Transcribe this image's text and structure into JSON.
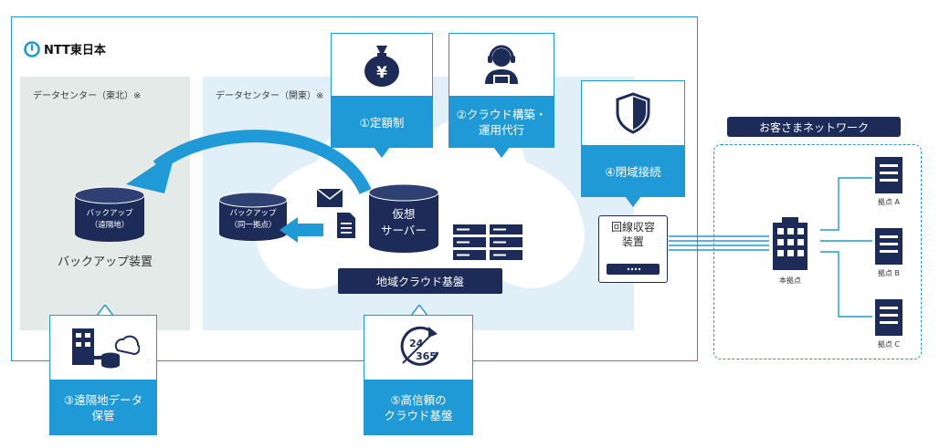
{
  "logo": {
    "text": "NTT東日本"
  },
  "dc_east": {
    "label": "データセンター（東北）※"
  },
  "dc_kanto": {
    "label": "データセンター（関東）※"
  },
  "backup_remote": {
    "line1": "バックアップ",
    "line2": "（遠隔地）"
  },
  "backup_device": {
    "label": "バックアップ装置"
  },
  "backup_local": {
    "line1": "バックアップ",
    "line2": "（同一拠点）"
  },
  "virtual_server": {
    "line1": "仮想",
    "line2": "サーバー"
  },
  "regional_platform": {
    "label": "地域クラウド基盤"
  },
  "feature1": {
    "label": "①定額制",
    "icon": "yen-moneybag-icon"
  },
  "feature2": {
    "line1": "②クラウド構築・",
    "line2": "運用代行",
    "icon": "operator-headset-icon"
  },
  "feature3": {
    "line1": "③遠隔地データ",
    "line2": "保管",
    "icon": "building-database-cloud-icon"
  },
  "feature4": {
    "label": "④閉域接続",
    "icon": "shield-icon"
  },
  "feature5": {
    "line1": "⑤高信頼の",
    "line2": "クラウド基盤",
    "icon": "24-365-icon",
    "icon_top": "24",
    "icon_bottom": "365"
  },
  "receiver": {
    "line1": "回線収容",
    "line2": "装置"
  },
  "customer_network": {
    "title": "お客さまネットワーク",
    "main_site": "本拠点",
    "sites": [
      "拠点 A",
      "拠点 B",
      "拠点 C"
    ]
  },
  "colors": {
    "accent": "#1f9ad6",
    "navy": "#1d2b59",
    "dc_east_bg": "#e3eae8",
    "dc_kanto_bg": "#e1eff9"
  }
}
